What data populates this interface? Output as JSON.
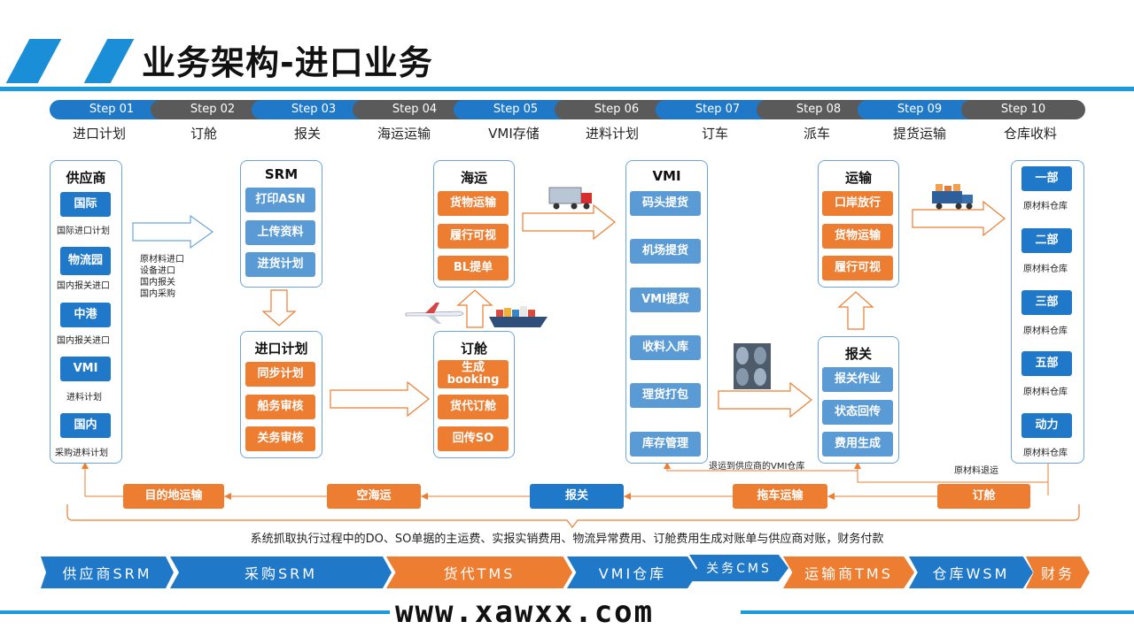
{
  "title": "业务架构-进口业务",
  "steps": [
    {
      "label": "Step 01",
      "name": "进口计划"
    },
    {
      "label": "Step 02",
      "name": "订舱"
    },
    {
      "label": "Step 03",
      "name": "报关"
    },
    {
      "label": "Step 04",
      "name": "海运运输"
    },
    {
      "label": "Step 05",
      "name": "VMI存储"
    },
    {
      "label": "Step 06",
      "name": "进料计划"
    },
    {
      "label": "Step 07",
      "name": "订车"
    },
    {
      "label": "Step 08",
      "name": "派车"
    },
    {
      "label": "Step 09",
      "name": "提货运输"
    },
    {
      "label": "Step 10",
      "name": "仓库收料"
    }
  ],
  "supplier": {
    "title": "供应商",
    "items": [
      {
        "label": "国际",
        "note": "国际进口计划"
      },
      {
        "label": "物流园",
        "note": "国内报关进口"
      },
      {
        "label": "中港",
        "note": "国内报关进口"
      },
      {
        "label": "VMI",
        "note": "进料计划"
      },
      {
        "label": "国内",
        "note": "采购进料计划"
      }
    ]
  },
  "srm": {
    "title": "SRM",
    "items": [
      "打印ASN",
      "上传资料",
      "进货计划"
    ]
  },
  "srm_note": [
    "原材料进口",
    "设备进口",
    "国内报关",
    "国内采购"
  ],
  "import_plan": {
    "title": "进口计划",
    "items": [
      "同步计划",
      "船务审核",
      "关务审核"
    ]
  },
  "sea": {
    "title": "海运",
    "items": [
      "货物运输",
      "履行可视",
      "BL提单"
    ]
  },
  "booking": {
    "title": "订舱",
    "items": [
      "生成booking",
      "货代订舱",
      "回传SO"
    ]
  },
  "vmi": {
    "title": "VMI",
    "items": [
      "码头提货",
      "机场提货",
      "VMI提货",
      "收料入库",
      "理货打包",
      "库存管理"
    ]
  },
  "transport": {
    "title": "运输",
    "items": [
      "口岸放行",
      "货物运输",
      "履行可视"
    ]
  },
  "customs": {
    "title": "报关",
    "items": [
      "报关作业",
      "状态回传",
      "费用生成"
    ]
  },
  "warehouse": {
    "items": [
      {
        "label": "一部",
        "note": "原材料仓库"
      },
      {
        "label": "二部",
        "note": "原材料仓库"
      },
      {
        "label": "三部",
        "note": "原材料仓库"
      },
      {
        "label": "五部",
        "note": "原材料仓库"
      },
      {
        "label": "动力",
        "note": "原材料仓库"
      }
    ]
  },
  "return_notes": {
    "vmi_return": "退运到供应商的VMI仓库",
    "material_return": "原材料退运"
  },
  "flow_bar": [
    "目的地运输",
    "空海运",
    "报关",
    "拖车运输",
    "订舱"
  ],
  "bottom_note": "系统抓取执行过程中的DO、SO单据的主运费、实报实销费用、物流异常费用、订舱费用生成对账单与供应商对账，财务付款",
  "systems": [
    "供应商SRM",
    "采购SRM",
    "货代TMS",
    "VMI仓库",
    "关务CMS",
    "运输商TMS",
    "仓库WSM",
    "财务"
  ],
  "watermark": "www.xawxx.com",
  "colors": {
    "blue": "#1f78c8",
    "light_blue": "#5b9bd5",
    "orange": "#ed7d31",
    "gray": "#5a5a5a",
    "accent": "#1a9be0"
  }
}
